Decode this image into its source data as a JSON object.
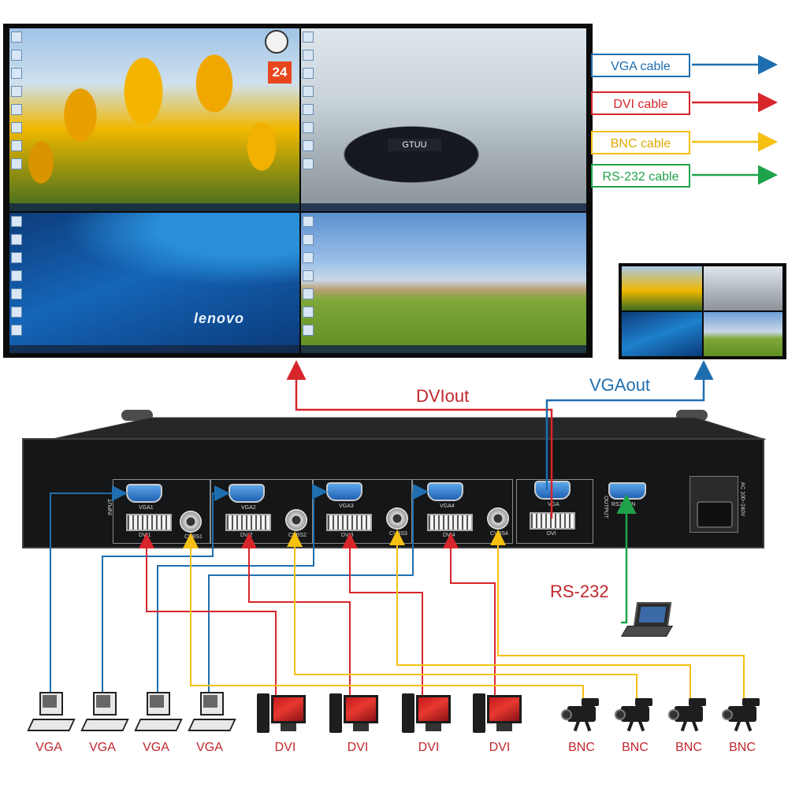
{
  "legend": {
    "vga": {
      "label": "VGA  cable",
      "color": "#1f6fb0"
    },
    "dvi": {
      "label": "DVI cable",
      "color": "#d7262b"
    },
    "bnc": {
      "label": "BNC cable",
      "color": "#f4c011"
    },
    "rs232": {
      "label": "RS-232 cable",
      "color": "#1fa34a"
    }
  },
  "monitor": {
    "badge": "24",
    "car_plate": "GTUU",
    "brand_text": "lenovo"
  },
  "outputs": {
    "dvi_out": "DVIout",
    "vga_out": "VGAout"
  },
  "control": {
    "rs232_label": "RS-232"
  },
  "device": {
    "ports": {
      "input": "INPUT",
      "output": "OUTPUT",
      "vga1": "VGA1",
      "vga2": "VGA2",
      "vga3": "VGA3",
      "vga4": "VGA4",
      "dvi1": "DVI1",
      "dvi2": "DVI2",
      "dvi3": "DVI3",
      "dvi4": "DVI4",
      "cvbs1": "CVBS1",
      "cvbs2": "CVBS2",
      "cvbs3": "CVBS3",
      "cvbs4": "CVBS4",
      "out_vga": "VGA",
      "out_dvi": "DVI",
      "rs232_in": "RS232 IN",
      "power": "AC 100~240V"
    }
  },
  "sources": {
    "vga": [
      "VGA",
      "VGA",
      "VGA",
      "VGA"
    ],
    "dvi": [
      "DVI",
      "DVI",
      "DVI",
      "DVI"
    ],
    "bnc": [
      "BNC",
      "BNC",
      "BNC",
      "BNC"
    ]
  }
}
